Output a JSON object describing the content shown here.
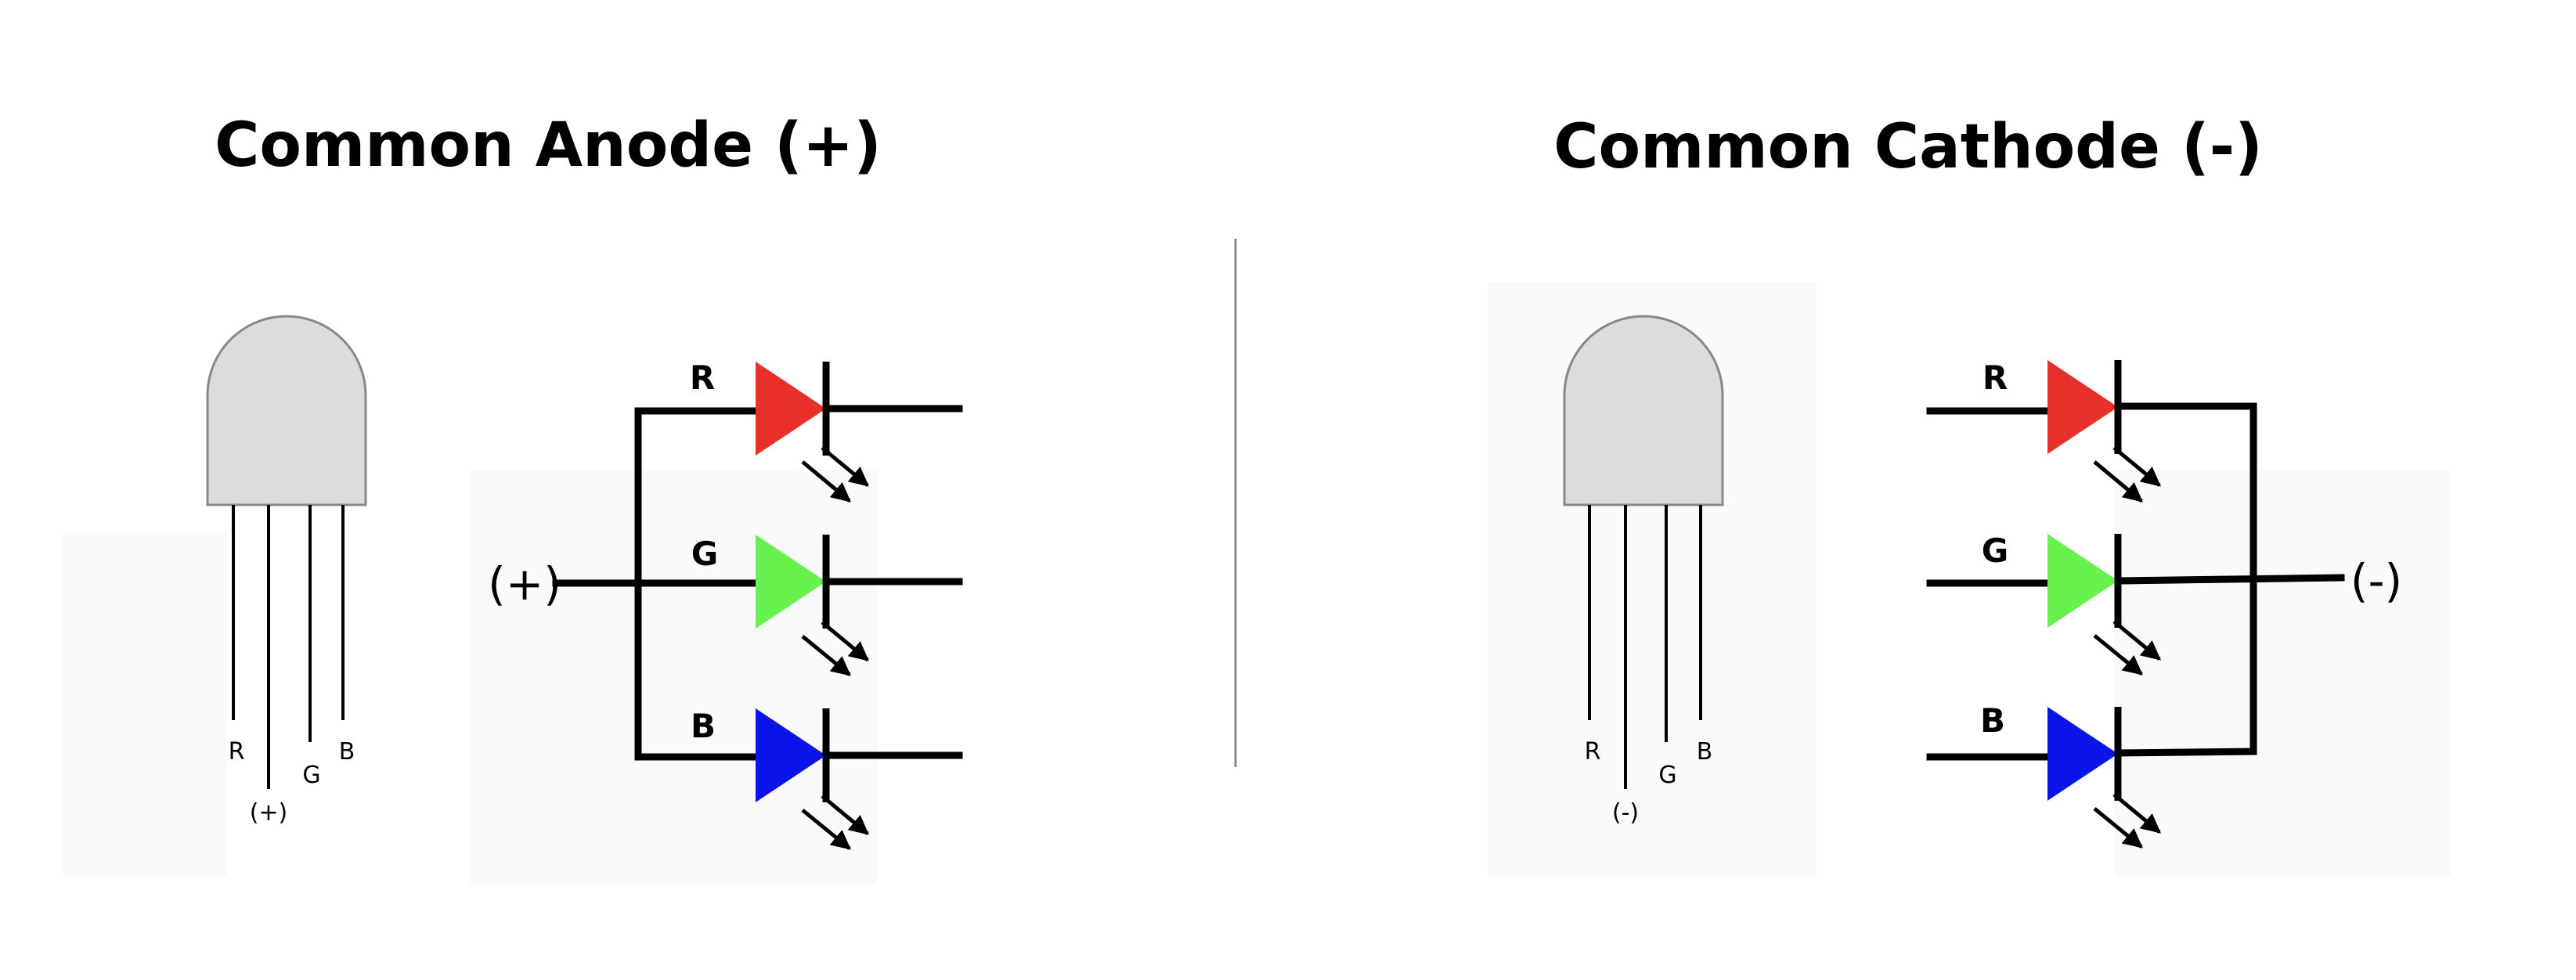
{
  "anode": {
    "title": "Common Anode (+)",
    "pins": {
      "r": "R",
      "common": "(+)",
      "g": "G",
      "b": "B"
    },
    "channels": {
      "r": "R",
      "g": "G",
      "b": "B"
    },
    "terminal": "(+)"
  },
  "cathode": {
    "title": "Common Cathode (-)",
    "pins": {
      "r": "R",
      "common": "(-)",
      "g": "G",
      "b": "B"
    },
    "channels": {
      "r": "R",
      "g": "G",
      "b": "B"
    },
    "terminal": "(-)"
  },
  "colors": {
    "red": "#e8302a",
    "green": "#66f14c",
    "blue": "#0a14e8",
    "led_body": "#dcdcdc"
  },
  "icons": [
    "led-package-icon",
    "diode-icon",
    "light-emission-arrows-icon"
  ]
}
